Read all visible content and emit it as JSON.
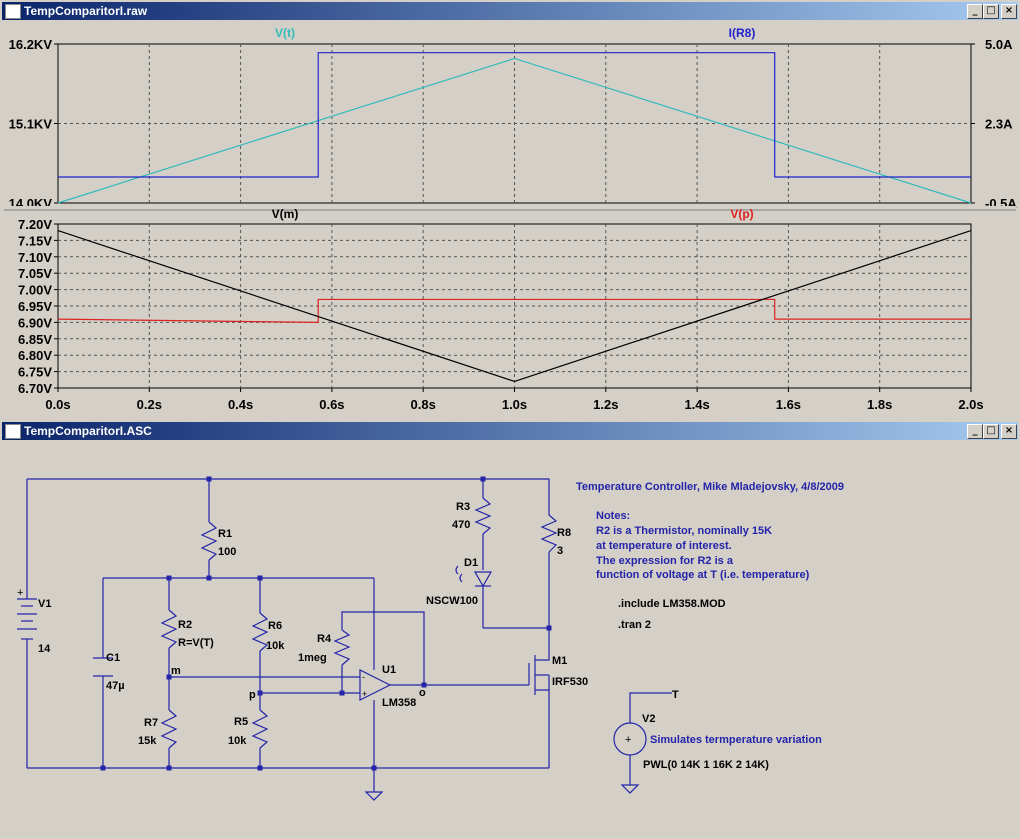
{
  "waveform_window": {
    "title": "TempComparitorI.raw",
    "upper_plot": {
      "left_trace_label": "V(t)",
      "right_trace_label": "I(R8)",
      "left_ticks": [
        "16.2KV",
        "15.1KV",
        "14.0KV"
      ],
      "right_ticks": [
        "5.0A",
        "2.3A",
        "-0.5A"
      ]
    },
    "lower_plot": {
      "left_trace_label": "V(m)",
      "right_trace_label": "V(p)",
      "y_ticks": [
        "7.20V",
        "7.15V",
        "7.10V",
        "7.05V",
        "7.00V",
        "6.95V",
        "6.90V",
        "6.85V",
        "6.80V",
        "6.75V",
        "6.70V"
      ]
    },
    "x_ticks": [
      "0.0s",
      "0.2s",
      "0.4s",
      "0.6s",
      "0.8s",
      "1.0s",
      "1.2s",
      "1.4s",
      "1.6s",
      "1.8s",
      "2.0s"
    ],
    "colors": {
      "v_t": "#33bbbb",
      "i_r8": "#2222cc",
      "v_m": "#000000",
      "v_p": "#dd2222"
    }
  },
  "chart_data": [
    {
      "type": "line",
      "x": [
        0.0,
        0.57,
        0.57,
        1.0,
        1.57,
        1.57,
        2.0
      ],
      "ylim_left": [
        14.0,
        16.2
      ],
      "ylim_right": [
        -0.5,
        5.0
      ],
      "series": [
        {
          "name": "V(t)",
          "axis": "left",
          "unit": "KV",
          "x": [
            0.0,
            1.0,
            2.0
          ],
          "values": [
            14.0,
            16.0,
            14.0
          ]
        },
        {
          "name": "I(R8)",
          "axis": "right",
          "unit": "A",
          "x": [
            0.0,
            0.57,
            0.57,
            1.57,
            1.57,
            2.0
          ],
          "values": [
            0.4,
            0.4,
            4.7,
            4.7,
            0.4,
            0.4
          ]
        }
      ],
      "x_unit": "s",
      "grid": true
    },
    {
      "type": "line",
      "ylim": [
        6.7,
        7.2
      ],
      "series": [
        {
          "name": "V(m)",
          "unit": "V",
          "x": [
            0.0,
            1.0,
            2.0
          ],
          "values": [
            7.18,
            6.72,
            7.18
          ]
        },
        {
          "name": "V(p)",
          "unit": "V",
          "x": [
            0.0,
            0.57,
            0.57,
            1.57,
            1.57,
            2.0
          ],
          "values": [
            6.91,
            6.9,
            6.97,
            6.97,
            6.91,
            6.91
          ]
        }
      ],
      "x_unit": "s",
      "grid": true
    }
  ],
  "schematic_window": {
    "title": "TempComparitorI.ASC",
    "heading": "Temperature Controller, Mike Mladejovsky, 4/8/2009",
    "notes_title": "Notes:",
    "notes_lines": [
      "R2 is a Thermistor, nominally 15K",
      "at temperature of interest.",
      "The expression for R2 is a",
      "function of voltage at T (i.e. temperature)"
    ],
    "directives": {
      "include": ".include LM358.MOD",
      "tran": ".tran 2"
    },
    "components": {
      "V1": {
        "name": "V1",
        "value": "14"
      },
      "C1": {
        "name": "C1",
        "value": "47µ"
      },
      "R1": {
        "name": "R1",
        "value": "100"
      },
      "R2": {
        "name": "R2",
        "value": "R=V(T)"
      },
      "R3": {
        "name": "R3",
        "value": "470"
      },
      "R4": {
        "name": "R4",
        "value": "1meg"
      },
      "R5": {
        "name": "R5",
        "value": "10k"
      },
      "R6": {
        "name": "R6",
        "value": "10k"
      },
      "R7": {
        "name": "R7",
        "value": "15k"
      },
      "R8": {
        "name": "R8",
        "value": "3"
      },
      "D1": {
        "name": "D1",
        "value": "NSCW100"
      },
      "U1": {
        "name": "U1",
        "value": "LM358"
      },
      "M1": {
        "name": "M1",
        "value": "IRF530"
      },
      "V2": {
        "name": "V2",
        "value": "PWL(0 14K 1 16K 2 14K)",
        "comment": "Simulates termperature variation"
      }
    },
    "net_labels": {
      "m": "m",
      "p": "p",
      "o": "o",
      "T": "T"
    }
  }
}
